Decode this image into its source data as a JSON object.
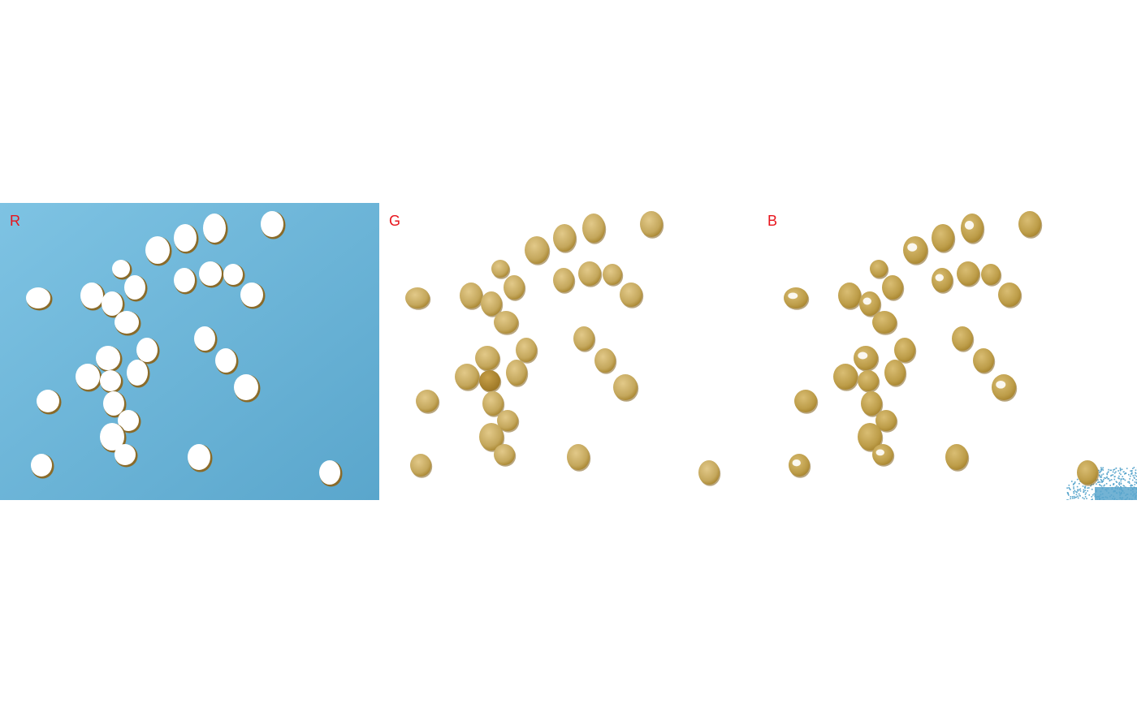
{
  "panels": [
    {
      "label": "R",
      "style": "masked-white"
    },
    {
      "label": "G",
      "style": "seeds-on-white"
    },
    {
      "label": "B",
      "style": "seeds-with-glare"
    }
  ],
  "colors": {
    "label": "#e8141c",
    "background_blue_light": "#7ec3e3",
    "background_blue_dark": "#5aa6cc",
    "seed_fill": "#c4a75c",
    "seed_dark": "#a6832d",
    "seed_outline": "#8a6b2a",
    "mask_white": "#ffffff"
  }
}
